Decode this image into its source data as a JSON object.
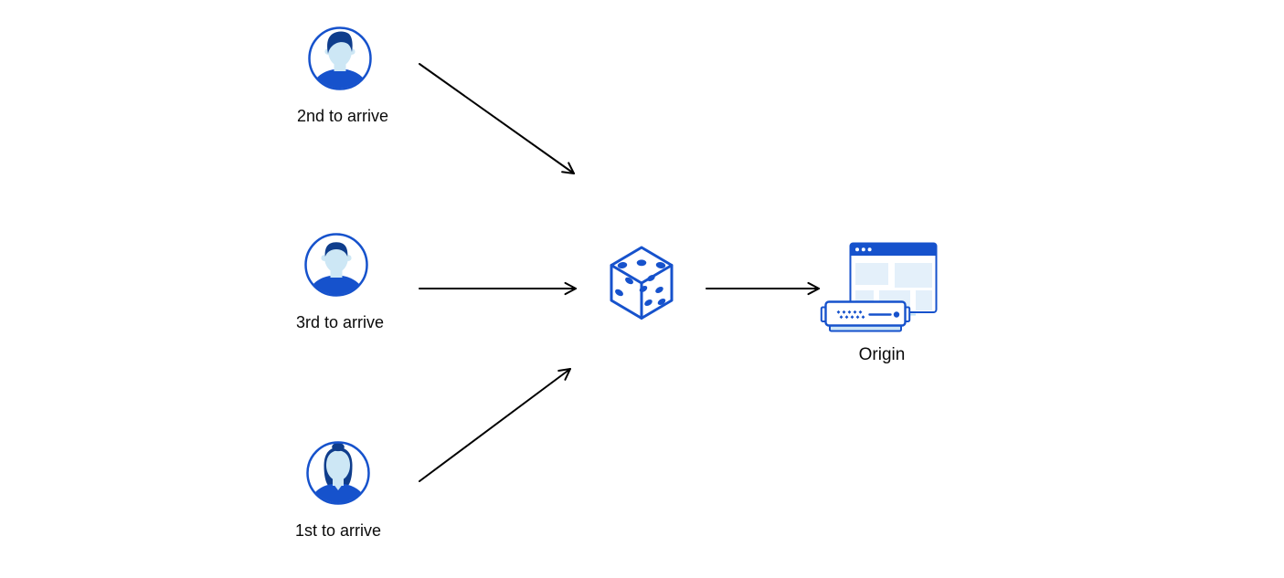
{
  "diagram": {
    "type": "flow-diagram",
    "description": "Three visitors routed randomly (dice) to an origin server",
    "colors": {
      "primary_blue": "#1652CC",
      "dark_hair_blue": "#0F3D8C",
      "light_skin_blue": "#CDE7F5",
      "pale_block_blue": "#E4F0FA",
      "server_base_blue": "#CFE6F6",
      "arrow_black": "#000000",
      "label_text": "#0A0A0A",
      "background": "#FFFFFF"
    },
    "nodes": {
      "user_second": {
        "label": "2nd to arrive",
        "icon": "male-avatar-swept-hair"
      },
      "user_third": {
        "label": "3rd to arrive",
        "icon": "male-avatar-flat-top"
      },
      "user_first": {
        "label": "1st to arrive",
        "icon": "female-avatar-bun"
      },
      "random_selector": {
        "icon": "dice"
      },
      "origin": {
        "label": "Origin",
        "icon": "browser-window-and-server"
      }
    },
    "edges": [
      {
        "from": "2nd to arrive",
        "to": "dice"
      },
      {
        "from": "3rd to arrive",
        "to": "dice"
      },
      {
        "from": "1st to arrive",
        "to": "dice"
      },
      {
        "from": "dice",
        "to": "Origin"
      }
    ]
  }
}
